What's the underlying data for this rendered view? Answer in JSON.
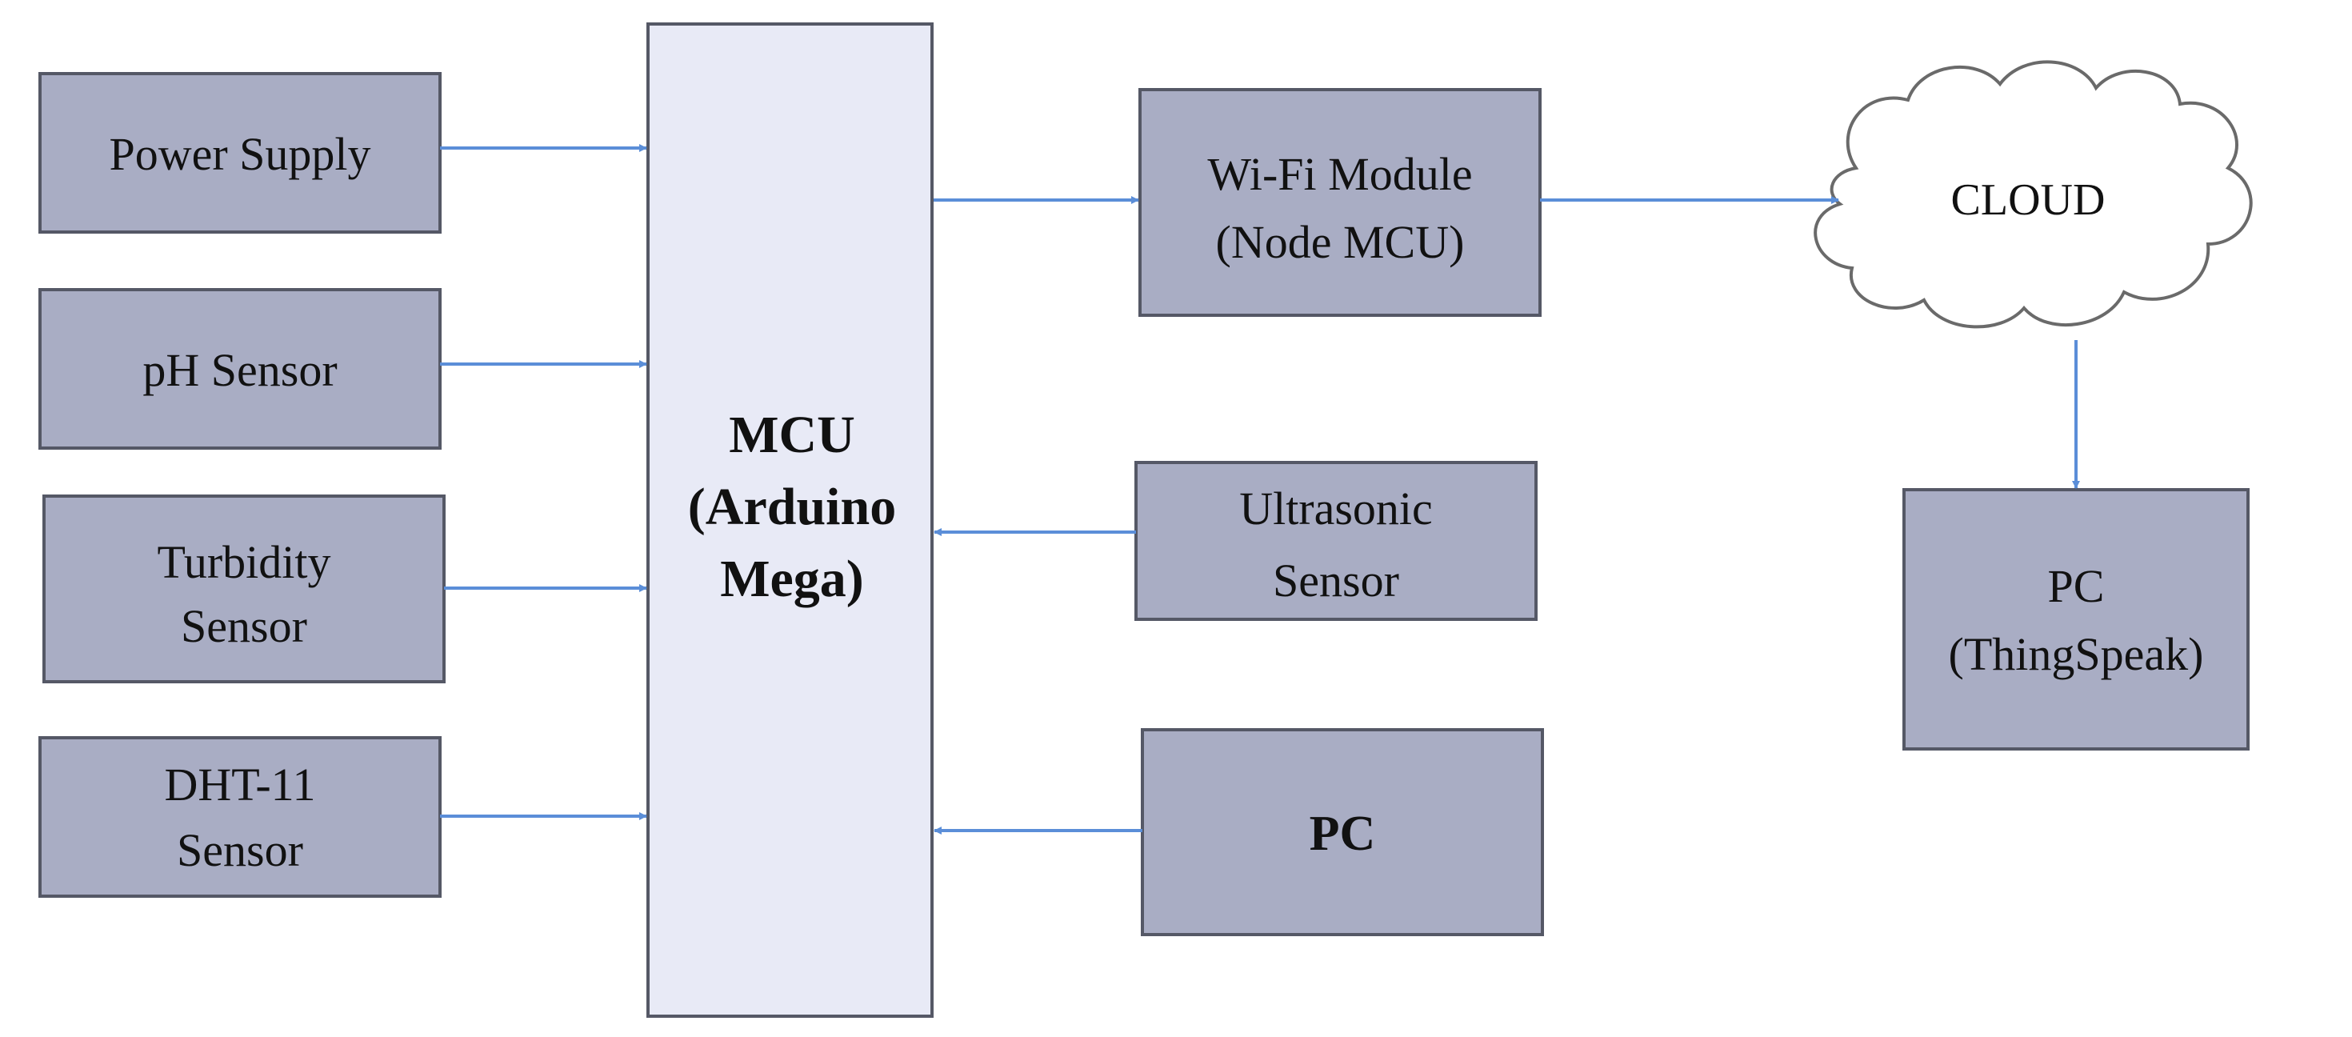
{
  "colors": {
    "block_fill": "#a9adc4",
    "block_stroke": "#555866",
    "mcu_fill": "#e8eaf6",
    "mcu_stroke": "#555866",
    "cloud_fill": "#ffffff",
    "cloud_stroke": "#6a6a6a",
    "arrow": "#5b8ed8",
    "text": "#111111"
  },
  "blocks": {
    "power_supply": "Power Supply",
    "ph_sensor": "pH Sensor",
    "turbidity_sensor": {
      "line1": "Turbidity",
      "line2": "Sensor"
    },
    "dht11_sensor": {
      "line1": "DHT-11",
      "line2": "Sensor"
    },
    "mcu": {
      "line1": "MCU",
      "line2": "(Arduino",
      "line3": "Mega)"
    },
    "wifi_module": {
      "line1": "Wi-Fi Module",
      "line2": "(Node MCU)"
    },
    "ultrasonic_sensor": {
      "line1": "Ultrasonic",
      "line2": "Sensor"
    },
    "pc_local": "PC",
    "cloud": "CLOUD",
    "pc_thingspeak": {
      "line1": "PC",
      "line2": "(ThingSpeak)"
    }
  }
}
